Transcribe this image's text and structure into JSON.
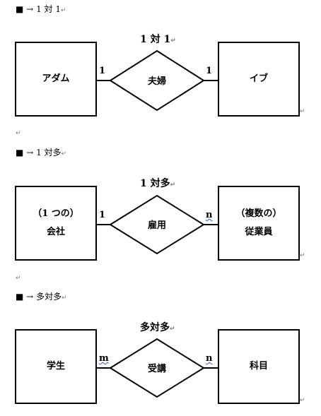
{
  "sections": [
    {
      "heading_mark": "■",
      "heading_arrow": "→",
      "heading_label": "1 対 1",
      "title": "1 対 1",
      "left_entity": [
        "アダム"
      ],
      "relation": "夫婦",
      "right_entity": [
        "イブ"
      ],
      "left_card": "1",
      "right_card": "1"
    },
    {
      "heading_mark": "■",
      "heading_arrow": "→",
      "heading_label": "1 対多",
      "title": "1 対多",
      "left_entity": [
        "（1 つの）",
        "会社"
      ],
      "relation": "雇用",
      "right_entity": [
        "（複数の）",
        "従業員"
      ],
      "left_card": "1",
      "right_card": "n"
    },
    {
      "heading_mark": "■",
      "heading_arrow": "→",
      "heading_label": "多対多",
      "title": "多対多",
      "left_entity": [
        "学生"
      ],
      "relation": "受講",
      "right_entity": [
        "科目"
      ],
      "left_card": "m",
      "right_card": "n"
    }
  ],
  "pilcrow": "↵"
}
